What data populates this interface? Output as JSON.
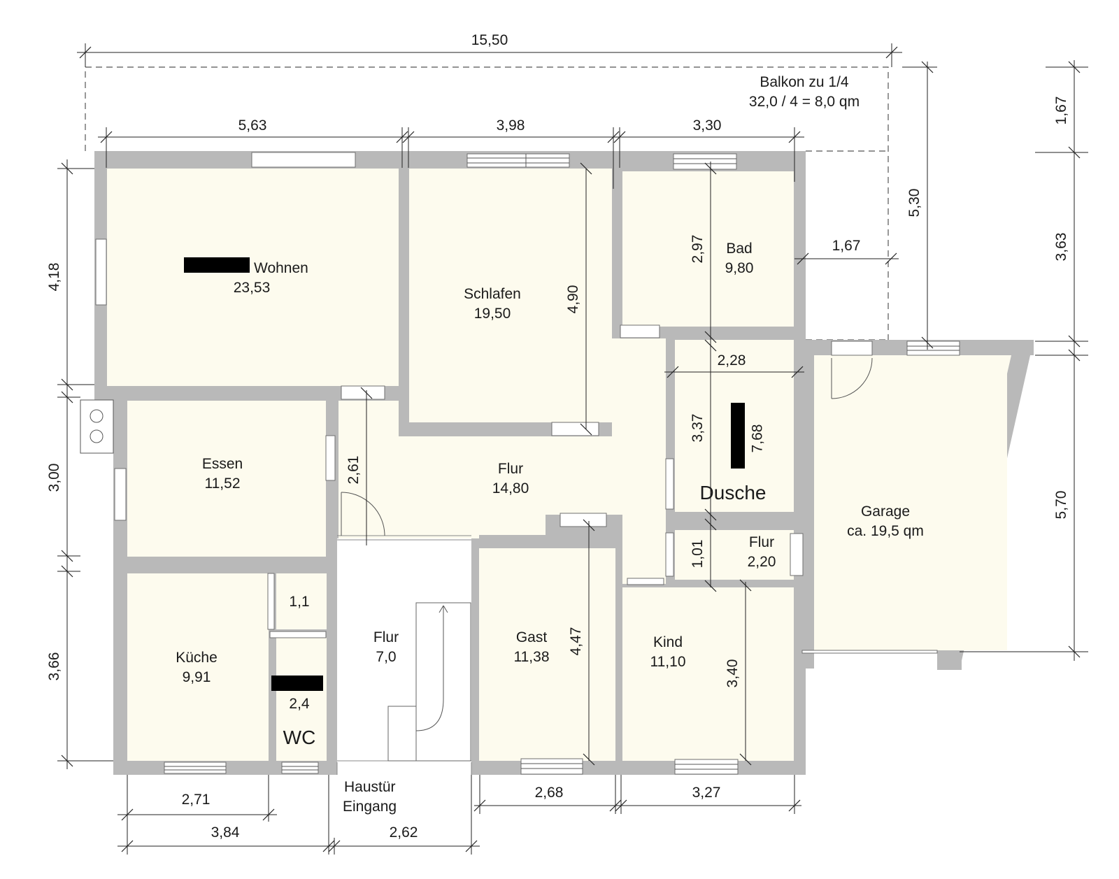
{
  "balcony": {
    "name": "Balkon zu 1/4",
    "area": "32,0 / 4 = 8,0 qm"
  },
  "rooms": {
    "wohnen": {
      "name": "Wohnen",
      "area": "23,53"
    },
    "schlafen": {
      "name": "Schlafen",
      "area": "19,50"
    },
    "bad": {
      "name": "Bad",
      "area": "9,80"
    },
    "essen": {
      "name": "Essen",
      "area": "11,52"
    },
    "flur_main": {
      "name": "Flur",
      "area": "14,80"
    },
    "dusche": {
      "name": "Dusche",
      "area": "7,68"
    },
    "flur_small": {
      "name": "Flur",
      "area": "2,20"
    },
    "garage": {
      "name": "Garage",
      "area": "ca. 19,5 qm"
    },
    "kueche": {
      "name": "Küche",
      "area": "9,91"
    },
    "abstell": {
      "area": "1,1"
    },
    "wc": {
      "name": "WC",
      "area": "2,4"
    },
    "flur_entry": {
      "name": "Flur",
      "area": "7,0"
    },
    "gast": {
      "name": "Gast",
      "area": "11,38"
    },
    "kind": {
      "name": "Kind",
      "area": "11,10"
    }
  },
  "entrance": {
    "line1": "Haustür",
    "line2": "Eingang"
  },
  "dimensions": {
    "total_width": "15,50",
    "top_wohnen": "5,63",
    "top_schlafen": "3,98",
    "top_bad": "3,30",
    "left_top": "4,18",
    "left_mid": "3,00",
    "left_bottom": "3,66",
    "schlafen_depth": "4,90",
    "bad_depth": "2,97",
    "dusche_width": "2,28",
    "dusche_depth": "3,37",
    "flur_door": "2,61",
    "flur_small_depth": "1,01",
    "gast_depth": "4,47",
    "kind_depth": "3,40",
    "balcony_side": "1,67",
    "right_col_span": "5,30",
    "far_right_top": "1,67",
    "far_right_mid": "3,63",
    "far_right_bottom": "5,70",
    "bottom_kueche": "2,71",
    "bottom_left_total": "3,84",
    "bottom_entry": "2,62",
    "bottom_gast": "2,68",
    "bottom_kind": "3,27"
  }
}
